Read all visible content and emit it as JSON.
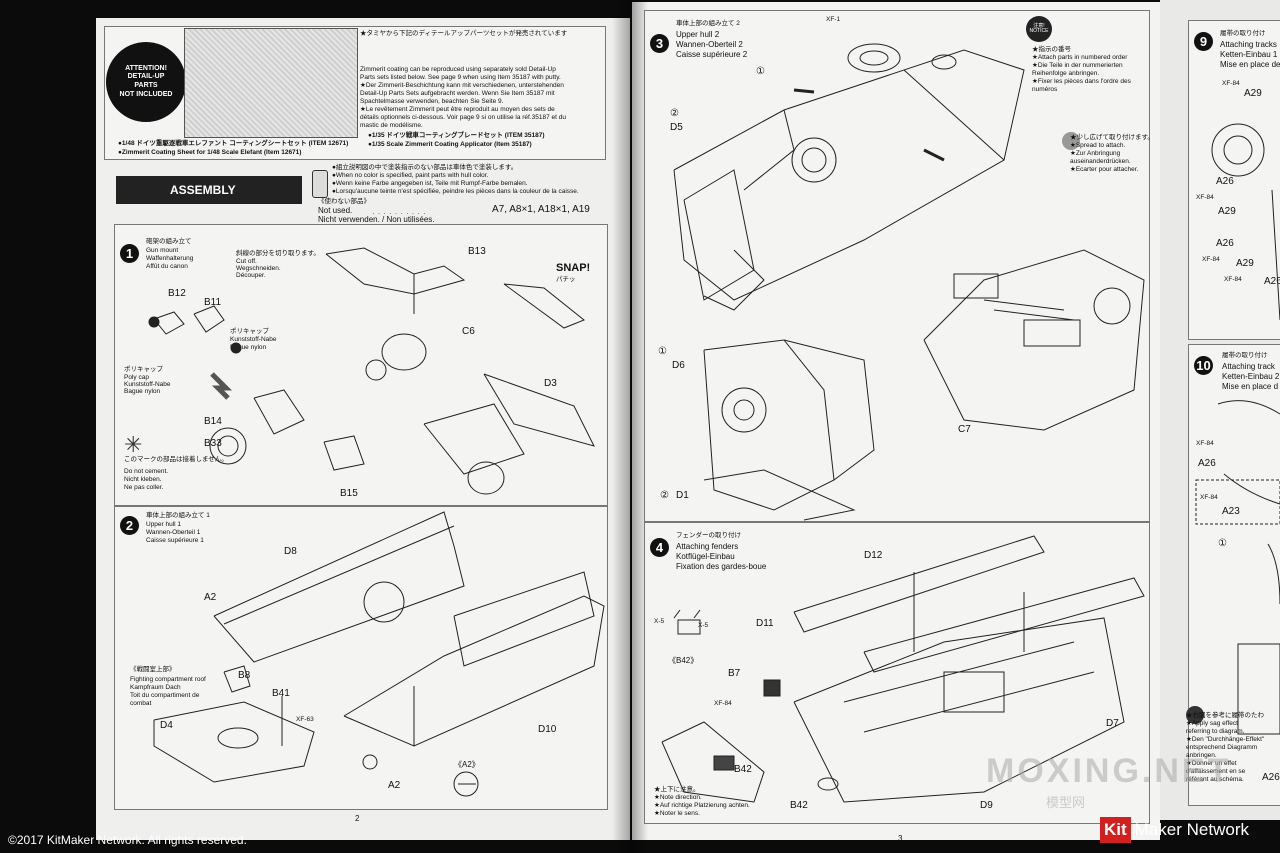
{
  "left_page": {
    "attention": [
      "ATTENTION!",
      "DETAIL-UP",
      "PARTS",
      "NOT INCLUDED"
    ],
    "notes": [
      "★タミヤから下記のディテールアップパーツセットが発売されています",
      "Zimmerit coating can be reproduced using separately sold Detail-Up",
      "Parts sets listed below. See page 9 when using Item 35187 with putty.",
      "★Der Zimmerit-Beschichtung kann mit verschiedenen, unterstehenden",
      "Detail-Up Parts Sets aufgebracht werden. Wenn Sie Item 35187 mit",
      "Spachtelmasse verwenden, beachten Sie Seite 9.",
      "★Le revêtement Zimmerit peut être reproduit au moyen des sets de",
      "détails optionnels ci-dessous. Voir page 9 si on utilise la réf.35187 et du",
      "mastic de modélisme."
    ],
    "set1_jp": "●1/48 ドイツ重駆逐戦車エレファント コーティングシートセット (ITEM 12671)",
    "set1_en": "●Zimmerit Coating Sheet for 1/48 Scale Elefant (Item 12671)",
    "set2_jp": "●1/35 ドイツ戦車コーティングブレードセット (ITEM 35187)",
    "set2_en": "●1/35 Scale Zimmerit Coating Applicator (Item 35187)",
    "assembly": "ASSEMBLY",
    "paint_notes": [
      "●組立説明図の中で塗装指示のない部品は車体色で塗装します。",
      "●When no color is specified, paint parts with hull color.",
      "●Wenn keine Farbe angegeben ist, Teile mit Rumpf-Farbe bemalen.",
      "●Lorsqu'aucune teinte n'est spécifiée, peindre les pièces dans la couleur de la caisse."
    ],
    "not_used_jp": "《使わない部品》",
    "not_used_en": "Not used.",
    "not_used_de_fr": "Nicht verwenden. / Non utilisées.",
    "not_used_parts": "A7, A8×1, A18×1, A19",
    "step1": {
      "num": "1",
      "title_jp": "砲架の組み立て",
      "title_en": "Gun mount",
      "title_de": "Waffenhalterung",
      "title_fr": "Affût du canon",
      "cut_jp": "斜線の部分を切り取ります。",
      "cut": [
        "Cut off.",
        "Wegschneiden.",
        "Découper."
      ],
      "polycap_jp": "ポリキャップ",
      "polycap_right": [
        "Kunststoff-Nabe",
        "Bague nylon"
      ],
      "polycap_left": [
        "Poly cap",
        "Kunststoff-Nabe",
        "Bague nylon"
      ],
      "nocement_jp": "このマークの部品は接着しません。",
      "nocement": [
        "Do not cement.",
        "Nicht kleben.",
        "Ne pas coller."
      ],
      "snap": "SNAP!",
      "snap_jp": "パチッ",
      "parts": [
        "B12",
        "B11",
        "B13",
        "C6",
        "B14",
        "B33",
        "B15",
        "D3"
      ]
    },
    "step2": {
      "num": "2",
      "title_jp": "車体上部の組み立て 1",
      "title_en": "Upper hull 1",
      "title_de": "Wannen-Oberteil 1",
      "title_fr": "Caisse supérieure 1",
      "sub_jp": "《戦闘室上部》",
      "sub": [
        "Fighting compartment roof",
        "Kampfraum Dach",
        "Toit du compartiment de",
        "combat"
      ],
      "parts": [
        "D8",
        "A2",
        "B8",
        "B41",
        "XF-63",
        "D4",
        "A2",
        "D10"
      ],
      "inset": "《A2》"
    },
    "page_number": "2"
  },
  "right_page": {
    "step3": {
      "num": "3",
      "title_jp": "車体上部の組み立て 2",
      "title_en": "Upper hull 2",
      "title_de": "Wannen-Oberteil 2",
      "title_fr": "Caisse supérieure 2",
      "parts": [
        "XF-1",
        "D5",
        "D6",
        "D1",
        "C7"
      ],
      "seq": [
        "①",
        "②",
        "①",
        "②"
      ]
    },
    "notice": {
      "badge": [
        "注意!",
        "NOTICE"
      ],
      "lines": [
        "★指示の番号",
        "★Attach parts in numbered order",
        "★Die Teile in der nummerierten",
        "Reihenfolge anbringen.",
        "★Fixer les pièces dans l'ordre des",
        "numéros"
      ],
      "spread_jp": "★少し広げて取り付けます。",
      "spread": [
        "★Spread to attach.",
        "★Zur Anbringung",
        "auseinanderdrücken.",
        "★Ecarter pour attacher."
      ]
    },
    "step4": {
      "num": "4",
      "title_jp": "フェンダーの取り付け",
      "title_en": "Attaching fenders",
      "title_de": "Kotflügel-Einbau",
      "title_fr": "Fixation des gardes-boue",
      "parts": [
        "D12",
        "D11",
        "B7",
        "XF-84",
        "B42",
        "D7",
        "B42",
        "D9"
      ],
      "inset": "《B42》",
      "x": [
        "X-5",
        "X-5"
      ],
      "top_jp": "★上下に注意。",
      "top": [
        "★Note direction.",
        "★Auf richtige Platzierung achten.",
        "★Noter le sens."
      ]
    },
    "page_number": "3"
  },
  "edge_page": {
    "step9": {
      "num": "9",
      "title_jp": "履帯の取り付け",
      "title_lines": [
        "Attaching tracks",
        "Ketten-Einbau 1",
        "Mise en place de"
      ],
      "labels": [
        "XF-84",
        "A29",
        "A26",
        "XF-84",
        "A29",
        "A26",
        "XF-84",
        "A29",
        "XF-84",
        "A26"
      ]
    },
    "step10": {
      "num": "10",
      "title_jp": "履帯の取り付け",
      "title_lines": [
        "Attaching track",
        "Ketten-Einbau 2",
        "Mise en place d"
      ],
      "labels": [
        "XF-84",
        "A26",
        "XF-84",
        "A23",
        "①"
      ],
      "sag_jp": "★右図を参考に履帯のたわ",
      "sag": [
        "★Apply sag effect",
        "referring to diagram.",
        "★Den \"Durchhänge-Effekt\"",
        "entsprechend Diagramm",
        "anbringen.",
        "★Donner un effet",
        "d'affaissement en se",
        "référant au schéma."
      ],
      "side_label": "A26"
    }
  },
  "footer": {
    "copyright": "©2017 KitMaker Network. All rights reserved.",
    "brand_kit": "Kit",
    "brand_rest": "Maker Network",
    "watermark": "MOXING.NET",
    "watermark_sub": "模型网"
  }
}
